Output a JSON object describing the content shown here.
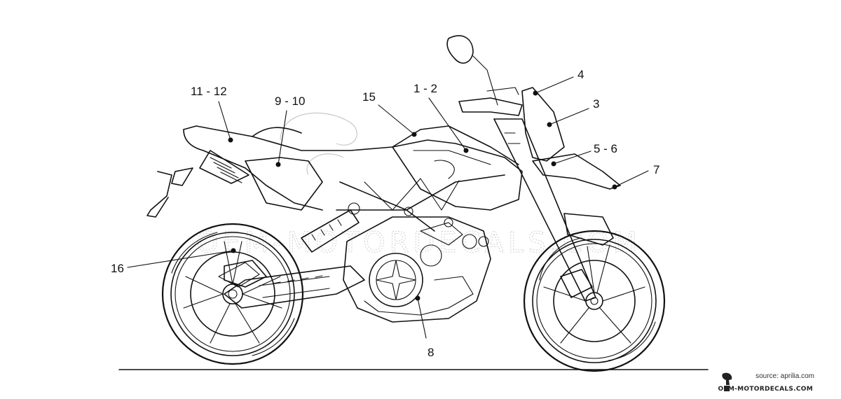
{
  "callouts": [
    {
      "id": "c1",
      "label": "11 - 12"
    },
    {
      "id": "c2",
      "label": "9 - 10"
    },
    {
      "id": "c3",
      "label": "15"
    },
    {
      "id": "c4",
      "label": "1 - 2"
    },
    {
      "id": "c5",
      "label": "4"
    },
    {
      "id": "c6",
      "label": "3"
    },
    {
      "id": "c7",
      "label": "5 - 6"
    },
    {
      "id": "c8",
      "label": "7"
    },
    {
      "id": "c9",
      "label": "16"
    },
    {
      "id": "c10",
      "label": "8"
    }
  ],
  "footer": {
    "source": "source: aprilia.com",
    "brand": "OEM-MOTORDECALS.COM"
  },
  "icons": {
    "footer_logo": "helmet-logo-icon"
  }
}
